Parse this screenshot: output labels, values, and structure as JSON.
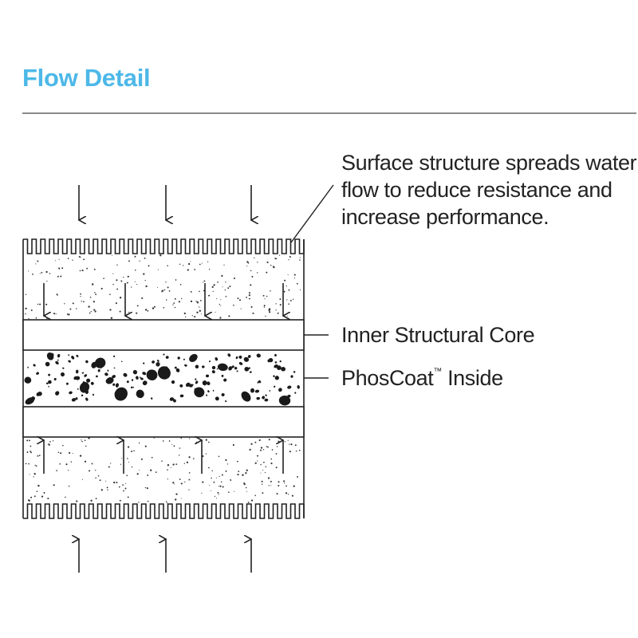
{
  "header": {
    "title": "Flow Detail"
  },
  "labels": {
    "surface_structure": "Surface structure spreads water flow to reduce resistance and increase performance.",
    "inner_core": "Inner Structural Core",
    "phoscoat_name": "PhosCoat",
    "phoscoat_tm": "™",
    "phoscoat_suffix": " Inside"
  },
  "colors": {
    "title": "#4db8e8",
    "rule": "#8a8a8a",
    "ink": "#222222"
  }
}
